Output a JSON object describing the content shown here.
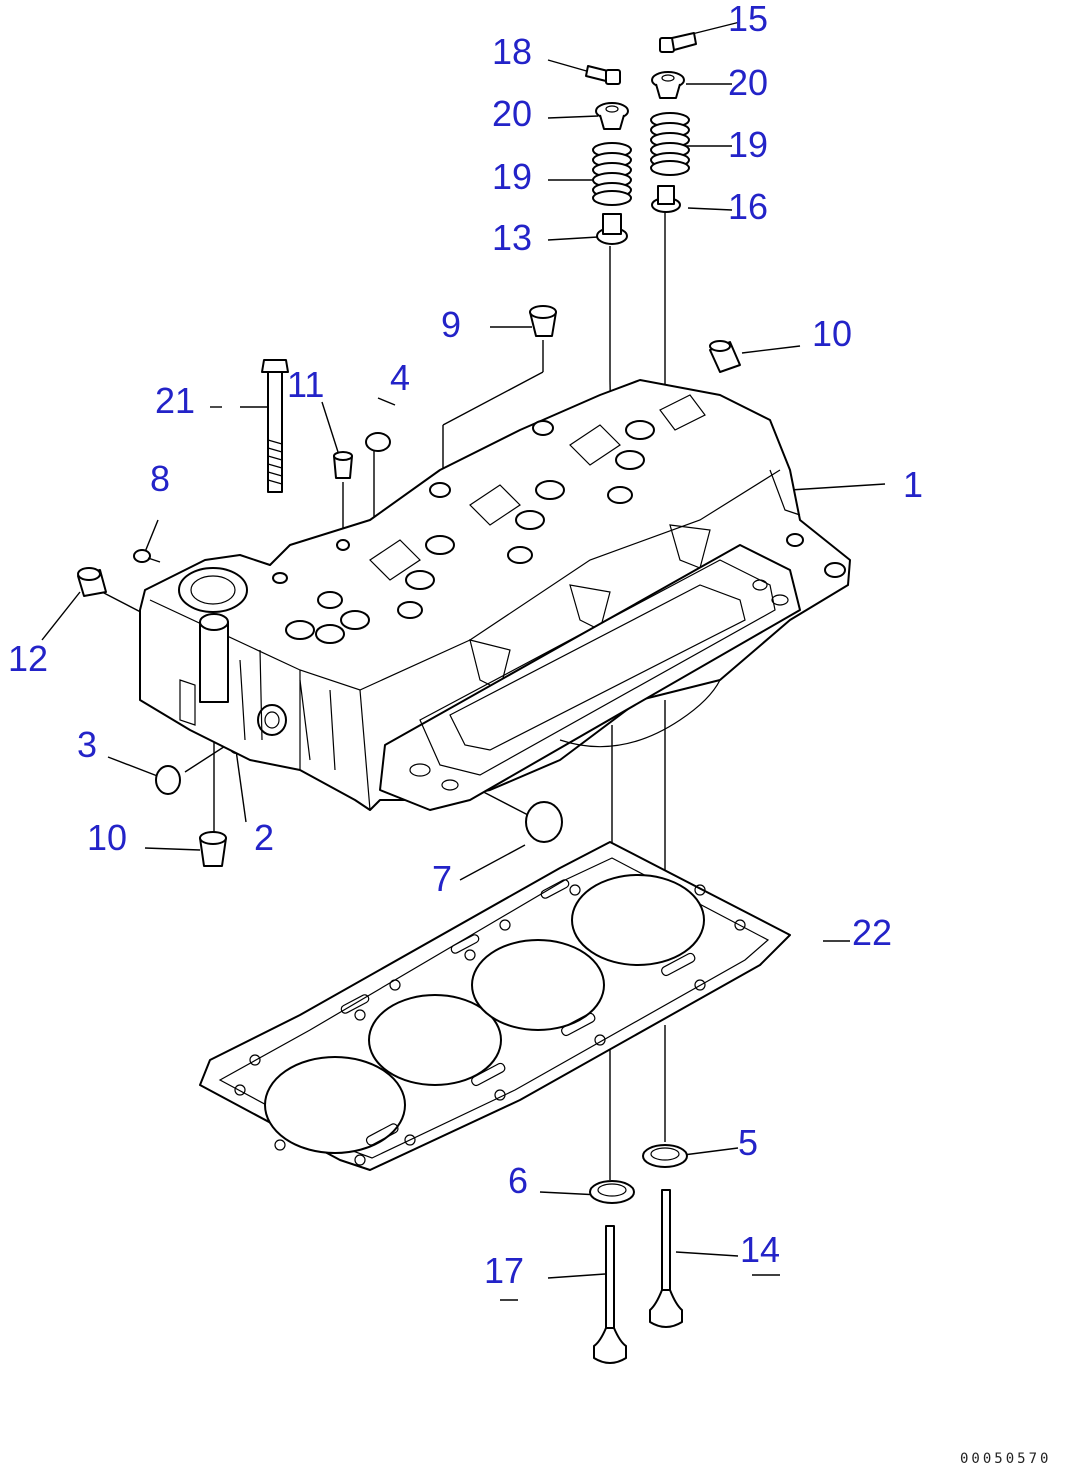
{
  "colors": {
    "callout": "#2323c8",
    "line": "#000000",
    "background": "#ffffff"
  },
  "callouts": [
    "1",
    "2",
    "3",
    "4",
    "5",
    "6",
    "7",
    "8",
    "9",
    "10",
    "10",
    "11",
    "12",
    "13",
    "14",
    "15",
    "16",
    "17",
    "18",
    "19",
    "19",
    "20",
    "20",
    "21",
    "22"
  ],
  "document_number": "00050570"
}
